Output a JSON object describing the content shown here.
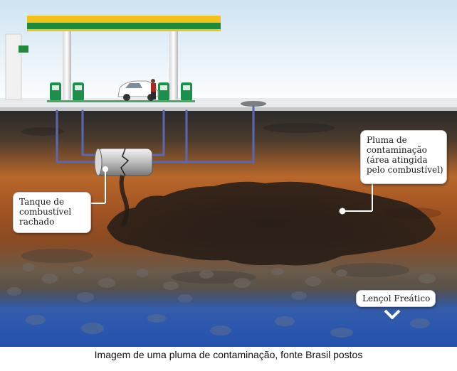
{
  "callouts": {
    "tank": {
      "lines": [
        "Tanque de",
        "combustível",
        "rachado"
      ]
    },
    "plume": {
      "lines": [
        "Pluma de",
        "contaminação",
        "(área atingida",
        "pelo combustível)"
      ]
    },
    "groundwater": {
      "label": "Lençol Freático"
    }
  },
  "caption": "Imagem de uma pluma de contaminação, fonte Brasil postos",
  "colors": {
    "canopy_yellow": "#f2c21a",
    "canopy_green": "#1f8a3b",
    "pump_green": "#1c8f4a",
    "soil_orange": "#b8672a",
    "plume_dark": "#2a211c",
    "water_blue": "#2e63c9"
  },
  "icons": {
    "pointer": "dot-with-line",
    "groundwater_marker": "chevron-down-icon"
  }
}
